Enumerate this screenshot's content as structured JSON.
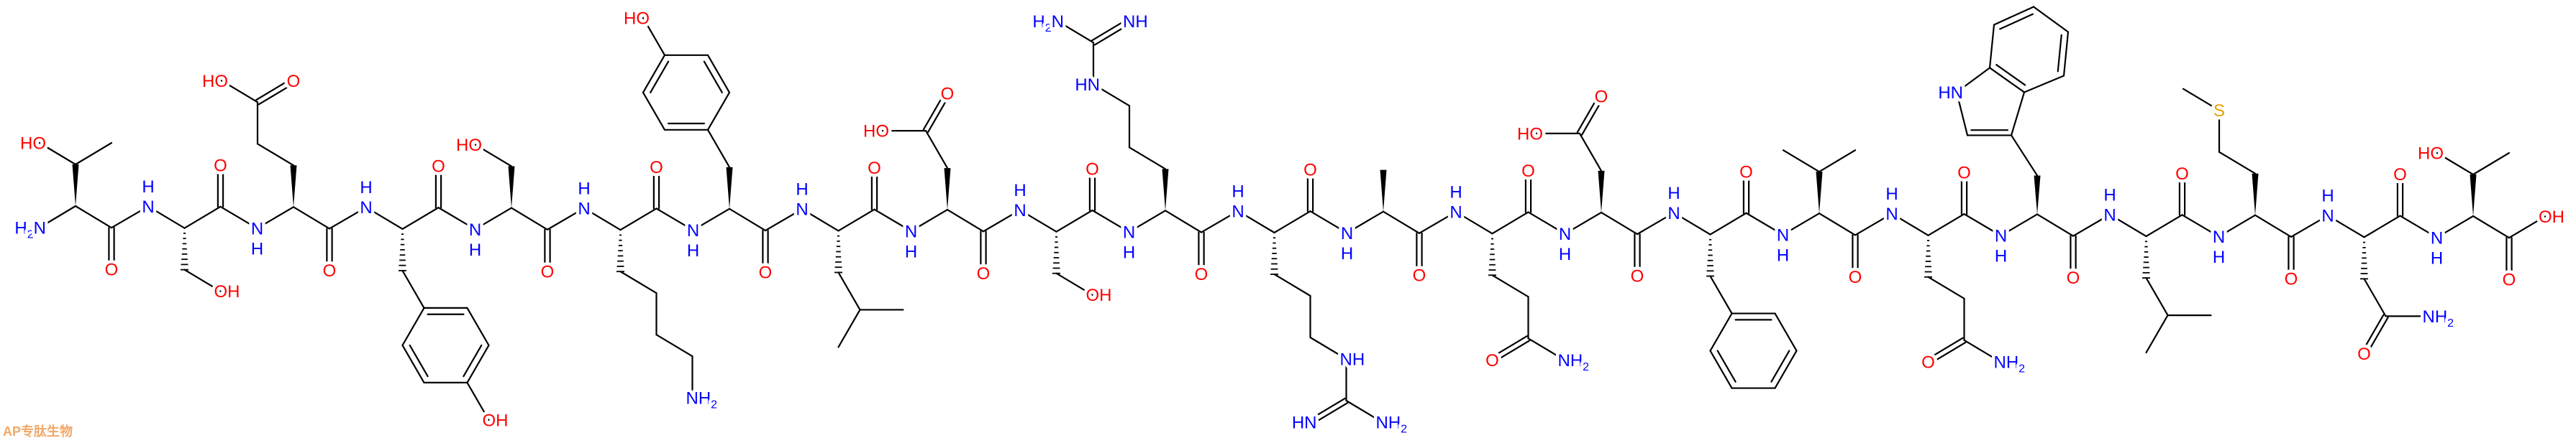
{
  "residues": [
    "T",
    "S",
    "E",
    "Y",
    "S",
    "K",
    "Y",
    "L",
    "D",
    "S",
    "R",
    "R",
    "A",
    "Q",
    "D",
    "F",
    "V",
    "Q",
    "W",
    "L",
    "M",
    "N",
    "T"
  ],
  "atom_labels": {
    "O": "O",
    "N": "N",
    "H": "H",
    "S": "S",
    "OH": "OH",
    "HO": "HO",
    "NH": "NH",
    "HN": "HN",
    "NH2": {
      "a": "NH",
      "sub": "2"
    },
    "H2N": {
      "a": "H",
      "sub": "2",
      "b": "N"
    }
  },
  "colors": {
    "bond": "#000000",
    "oxygen": "#ff0000",
    "nitrogen": "#0000ff",
    "sulfur": "#e6a000",
    "watermark": "#f0a868"
  },
  "watermark": {
    "text": "AP专肽生物"
  }
}
